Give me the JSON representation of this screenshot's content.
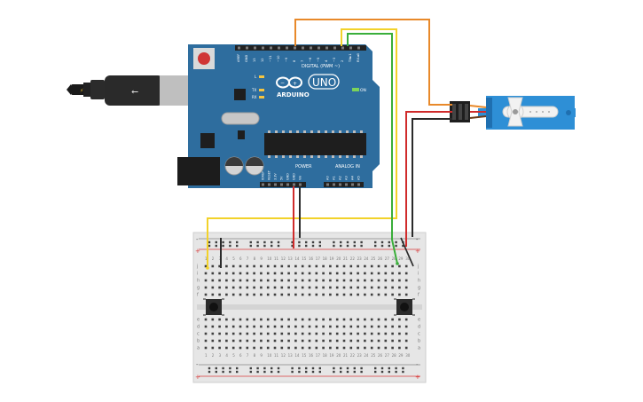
{
  "arduino": {
    "brand": "ARDUINO",
    "model": "UNO",
    "digital_label": "DIGITAL (PWM ~)",
    "power_label": "POWER",
    "analog_label": "ANALOG IN",
    "on_label": "ON",
    "tx_label": "TX",
    "rx_label": "RX",
    "l_label": "L",
    "top_pin_labels": [
      "AREF",
      "GND",
      "13",
      "12",
      "~11",
      "~10",
      "~9",
      "8",
      "7",
      "~6",
      "~5",
      "4",
      "~3",
      "2",
      "TX►1",
      "RX◄0"
    ],
    "power_pin_labels": [
      "IOREF",
      "RESET",
      "3.3V",
      "5V",
      "GND",
      "GND",
      "Vin"
    ],
    "analog_pin_labels": [
      "A0",
      "A1",
      "A2",
      "A3",
      "A4",
      "A5"
    ]
  },
  "breadboard": {
    "row_letters_top": [
      "j",
      "i",
      "h",
      "g",
      "f"
    ],
    "row_letters_bottom": [
      "e",
      "d",
      "c",
      "b",
      "a"
    ],
    "column_count": 30,
    "rail_plus": "+",
    "rail_minus": "-"
  },
  "colors": {
    "arduino_blue": "#2e6d9e",
    "breadboard": "#e6e6e6",
    "wire_orange": "#e8892a",
    "wire_yellow": "#f2d22a",
    "wire_green": "#3aae3a",
    "wire_red": "#d02b2b",
    "wire_black": "#2a2a2a",
    "servo_blue": "#2e8fd6"
  }
}
